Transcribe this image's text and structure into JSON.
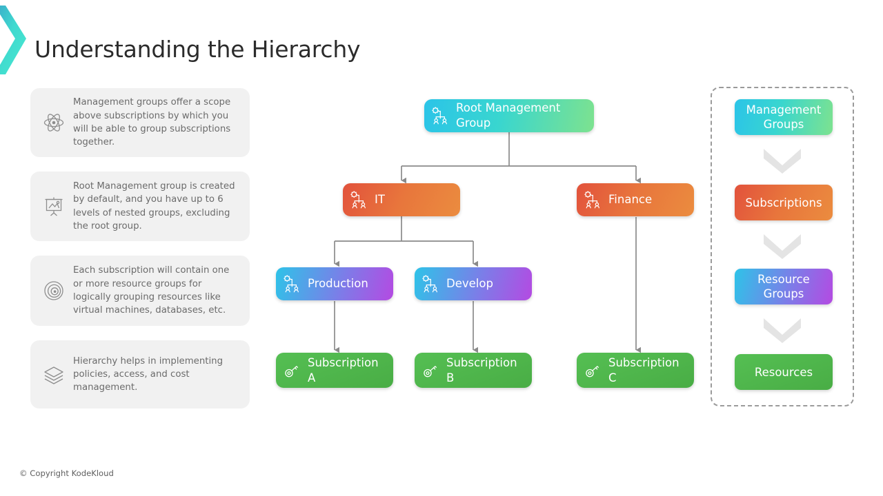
{
  "brand": {
    "logo_icon": "chevron-right-logo",
    "accent": "#3fd9cf"
  },
  "page_title": "Understanding the Hierarchy",
  "footer": "© Copyright KodeKloud",
  "info_cards": [
    {
      "icon": "atom-icon",
      "text": "Management groups offer a scope above subscriptions by which you will be able to group subscriptions together."
    },
    {
      "icon": "presentation-board-icon",
      "text": "Root Management group is created by default, and you have up to 6 levels of nested groups, excluding the root group."
    },
    {
      "icon": "target-rings-icon",
      "text": "Each subscription will contain one or more resource groups for logically grouping resources like virtual machines, databases, etc."
    },
    {
      "icon": "layers-icon",
      "text": "Hierarchy helps in implementing policies, access, and cost management."
    }
  ],
  "diagram": {
    "nodes": [
      {
        "id": "root",
        "label": "Root Management\nGroup",
        "icon": "management-group-icon",
        "kind": "management-group"
      },
      {
        "id": "it",
        "label": "IT",
        "icon": "management-group-icon",
        "kind": "management-group-child"
      },
      {
        "id": "fin",
        "label": "Finance",
        "icon": "management-group-icon",
        "kind": "management-group-child"
      },
      {
        "id": "prod",
        "label": "Production",
        "icon": "management-group-icon",
        "kind": "resource-group"
      },
      {
        "id": "dev",
        "label": "Develop",
        "icon": "management-group-icon",
        "kind": "resource-group"
      },
      {
        "id": "subA",
        "label": "Subscription\nA",
        "icon": "key-icon",
        "kind": "subscription"
      },
      {
        "id": "subB",
        "label": "Subscription\nB",
        "icon": "key-icon",
        "kind": "subscription"
      },
      {
        "id": "subC",
        "label": "Subscription\nC",
        "icon": "key-icon",
        "kind": "subscription"
      }
    ],
    "edges": [
      {
        "from": "root",
        "to": "it"
      },
      {
        "from": "root",
        "to": "fin"
      },
      {
        "from": "it",
        "to": "prod"
      },
      {
        "from": "it",
        "to": "dev"
      },
      {
        "from": "prod",
        "to": "subA"
      },
      {
        "from": "dev",
        "to": "subB"
      },
      {
        "from": "fin",
        "to": "subC"
      }
    ],
    "connector_color": "#8a8a8a"
  },
  "legend": {
    "items": [
      {
        "label": "Management\nGroups",
        "color_class": "management-groups"
      },
      {
        "label": "Subscriptions",
        "color_class": "subscriptions"
      },
      {
        "label": "Resource\nGroups",
        "color_class": "resource-groups"
      },
      {
        "label": "Resources",
        "color_class": "resources"
      }
    ],
    "arrow_icon": "chevron-down-icon",
    "arrow_color": "#e2e2e2"
  },
  "colors": {
    "management_group_from": "#2bc4e8",
    "management_group_to": "#7de28f",
    "subscription_from": "#e2523c",
    "subscription_to": "#eb8c3f",
    "resource_group_from": "#2ec3e8",
    "resource_group_to": "#b44ae2",
    "resources_from": "#55bf53",
    "resources_to": "#49ad45"
  }
}
